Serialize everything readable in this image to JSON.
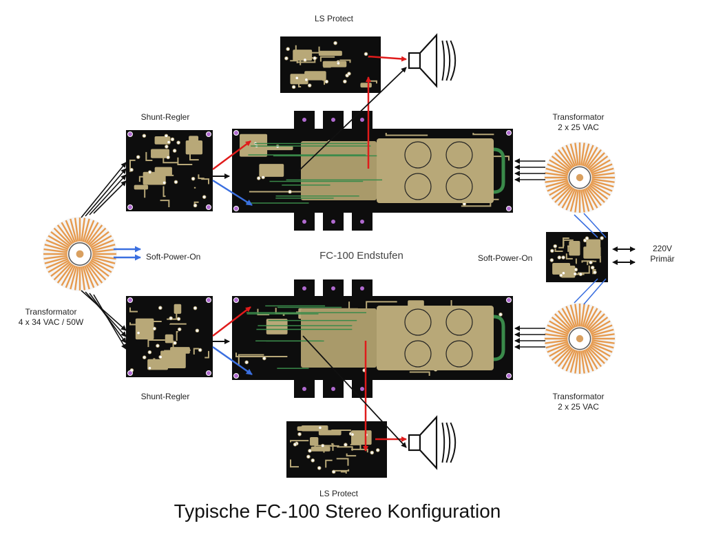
{
  "labels": {
    "ls_protect_top": "LS Protect",
    "ls_protect_bottom": "LS Protect",
    "shunt_top": "Shunt-Regler",
    "shunt_bottom": "Shunt-Regler",
    "trafo_top_line1": "Transformator",
    "trafo_top_line2": "2 x 25 VAC",
    "trafo_bottom_line1": "Transformator",
    "trafo_bottom_line2": "2 x 25 VAC",
    "trafo_left_line1": "Transformator",
    "trafo_left_line2": "4 x 34 VAC / 50W",
    "soft_power_left": "Soft-Power-On",
    "soft_power_right": "Soft-Power-On",
    "mains_line1": "220V",
    "mains_line2": "Primär",
    "endstufen": "FC-100 Endstufen",
    "caption": "Typische FC-100 Stereo Konfiguration"
  },
  "colors": {
    "pcb": "#0d0d0d",
    "copper": "#b8a878",
    "trace_green": "#3a8a4a",
    "via_purple": "#b06ad0",
    "arrow_red": "#e01b1b",
    "arrow_blue": "#3a6fe0",
    "arrow_black": "#111111",
    "winding": "#e69a4e"
  }
}
